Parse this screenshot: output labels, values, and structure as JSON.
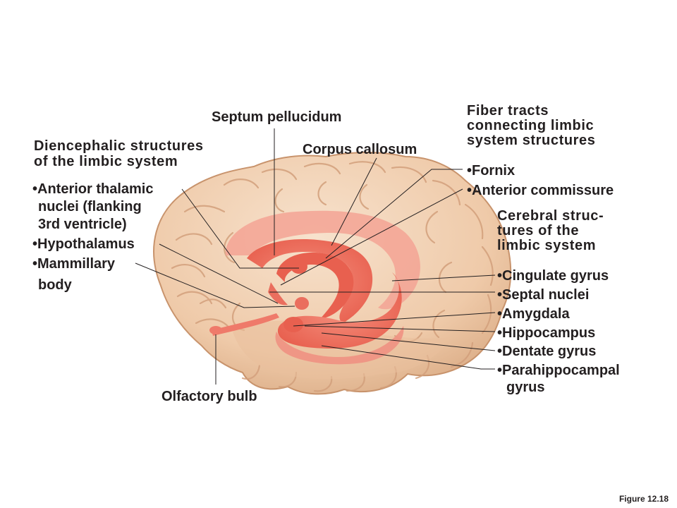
{
  "labels": {
    "septum_pellucidum": "Septum pellucidum",
    "corpus_callosum": "Corpus callosum",
    "olfactory_bulb": "Olfactory bulb"
  },
  "diencephalic": {
    "heading_line1": "Diencephalic structures",
    "heading_line2": "of the limbic system",
    "anterior_thalamic_1": "•Anterior thalamic",
    "anterior_thalamic_2": "nuclei (flanking",
    "anterior_thalamic_3": "3rd ventricle)",
    "hypothalamus": "•Hypothalamus",
    "mammillary_1": "•Mammillary",
    "mammillary_2": "body"
  },
  "fiber_tracts": {
    "heading_line1": "Fiber tracts",
    "heading_line2": "connecting limbic",
    "heading_line3": "system structures",
    "fornix": "•Fornix",
    "anterior_commissure": "•Anterior commissure"
  },
  "cerebral": {
    "heading_line1": "Cerebral struc-",
    "heading_line2": "tures of the",
    "heading_line3": "limbic system",
    "cingulate_gyrus": "•Cingulate gyrus",
    "septal_nuclei": "•Septal nuclei",
    "amygdala": "•Amygdala",
    "hippocampus": "•Hippocampus",
    "dentate_gyrus": "•Dentate gyrus",
    "parahippocampal_1": "•Parahippocampal",
    "parahippocampal_2": "gyrus"
  },
  "figure_number": "Figure 12.18",
  "colors": {
    "brain_fill": "#f2d3b6",
    "brain_shadow": "#d9ad8a",
    "brain_outline": "#c8936c",
    "limbic": "#ef7a6a",
    "limbic_light": "#f6a99b",
    "leader": "#231f20"
  }
}
